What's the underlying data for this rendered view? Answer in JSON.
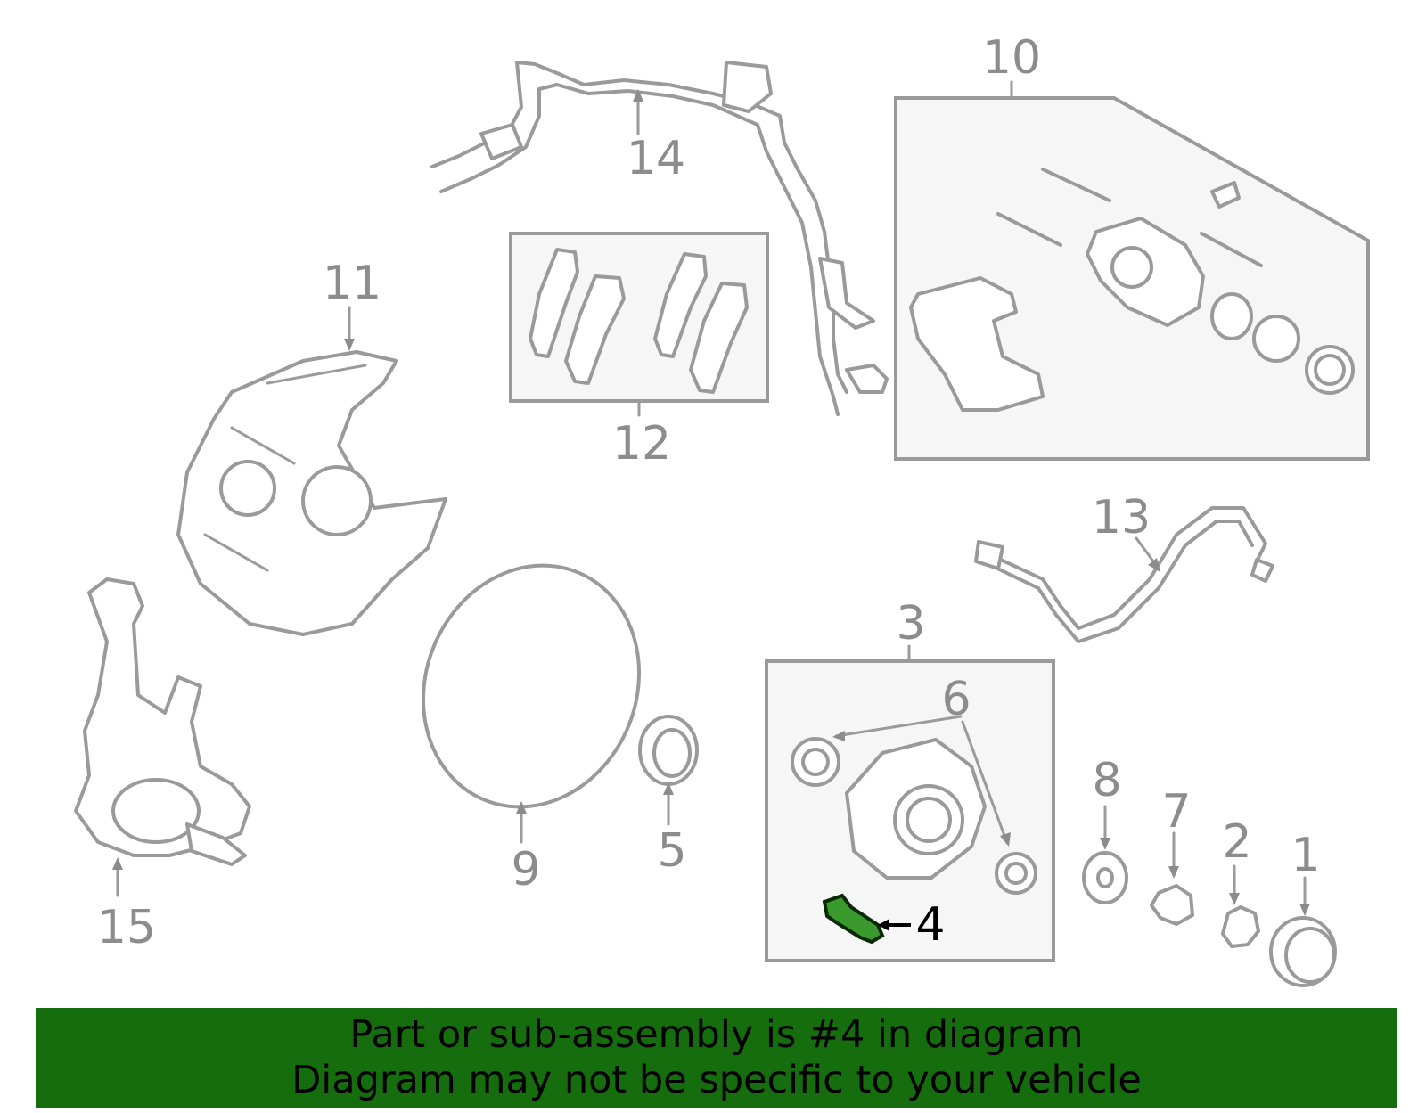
{
  "callouts": {
    "c1": "1",
    "c2": "2",
    "c3": "3",
    "c4": "4",
    "c5": "5",
    "c6": "6",
    "c7": "7",
    "c8": "8",
    "c9": "9",
    "c10": "10",
    "c11": "11",
    "c12": "12",
    "c13": "13",
    "c14": "14",
    "c15": "15"
  },
  "highlighted_part": "4",
  "banner": {
    "line1": "Part or sub-assembly is #4 in diagram",
    "line2": "Diagram may not be specific to your vehicle"
  },
  "colors": {
    "banner_bg": "#156d0e",
    "highlight_part": "#3a9a2e",
    "line_art": "#9a9a9a"
  }
}
